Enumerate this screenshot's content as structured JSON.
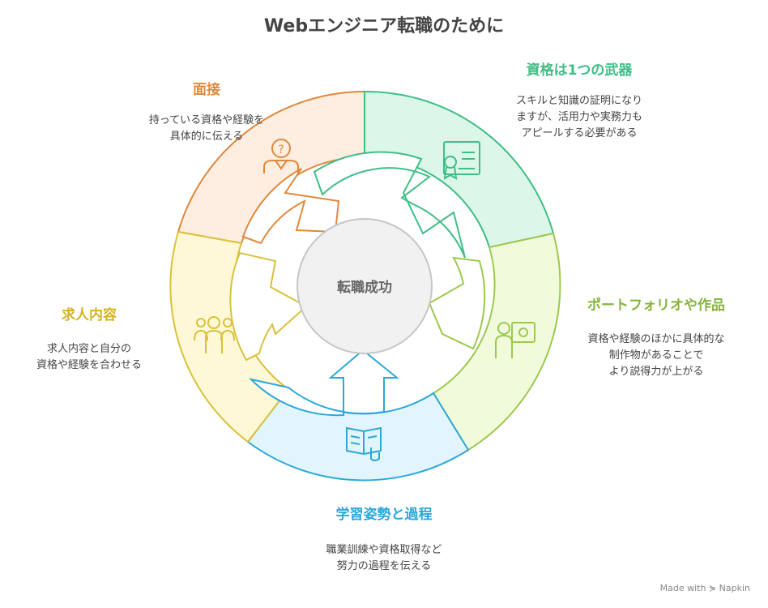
{
  "title": "Webエンジニア転職のために",
  "center_label": "転職成功",
  "segments": [
    {
      "key": "mensetsu",
      "title": "面接",
      "description": "持っている資格や経験を\n具体的に伝える",
      "color": "#E0883B",
      "fill": "#FDEEE1",
      "icon": "interview-person-icon"
    },
    {
      "key": "shikaku",
      "title": "資格は1つの武器",
      "description": "スキルと知識の証明になり\nますが、活用力や実務力も\nアピールする必要がある",
      "color": "#3FBE86",
      "fill": "#DDF6EA",
      "icon": "certificate-icon"
    },
    {
      "key": "portfolio",
      "title": "ポートフォリオや作品",
      "description": "資格や経験のほかに具体的な\n制作物があることで\nより説得力が上がる",
      "color": "#9BC94E",
      "fill": "#F1FBDC",
      "icon": "artist-palette-icon"
    },
    {
      "key": "gakushu",
      "title": "学習姿勢と過程",
      "description": "職業訓練や資格取得など\n努力の過程を伝える",
      "color": "#2CA8D8",
      "fill": "#E3F5FC",
      "icon": "book-reading-icon"
    },
    {
      "key": "kyujin",
      "title": "求人内容",
      "description": "求人内容と自分の\n資格や経験を合わせる",
      "color": "#D9C13A",
      "fill": "#FFF8D6",
      "icon": "team-people-icon"
    }
  ],
  "footer": "Made with ⋟ Napkin"
}
